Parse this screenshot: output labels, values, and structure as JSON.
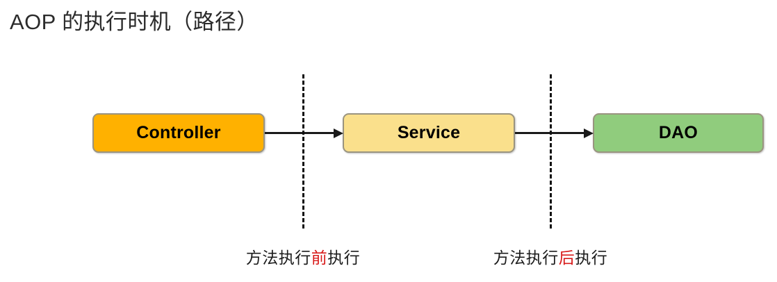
{
  "title": "AOP 的执行时机（路径）",
  "background_color": "#ffffff",
  "diagram": {
    "type": "flow",
    "nodes": [
      {
        "id": "controller",
        "label": "Controller",
        "fill": "#FFB100",
        "border": "#9a9480"
      },
      {
        "id": "service",
        "label": "Service",
        "fill": "#FAE08C",
        "border": "#9a9480"
      },
      {
        "id": "dao",
        "label": "DAO",
        "fill": "#90CC7D",
        "border": "#9a9480"
      }
    ],
    "arrows": [
      {
        "from": "controller",
        "to": "service",
        "color": "#1a1a1a"
      },
      {
        "from": "service",
        "to": "dao",
        "color": "#1a1a1a"
      }
    ],
    "cutlines": [
      {
        "id": "before",
        "style": "dashed",
        "color": "#111111",
        "caption_prefix": "方法执行",
        "caption_highlight": "前",
        "caption_suffix": "执行",
        "highlight_color": "#D81B1B"
      },
      {
        "id": "after",
        "style": "dashed",
        "color": "#111111",
        "caption_prefix": "方法执行",
        "caption_highlight": "后",
        "caption_suffix": "执行",
        "highlight_color": "#D81B1B"
      }
    ]
  }
}
